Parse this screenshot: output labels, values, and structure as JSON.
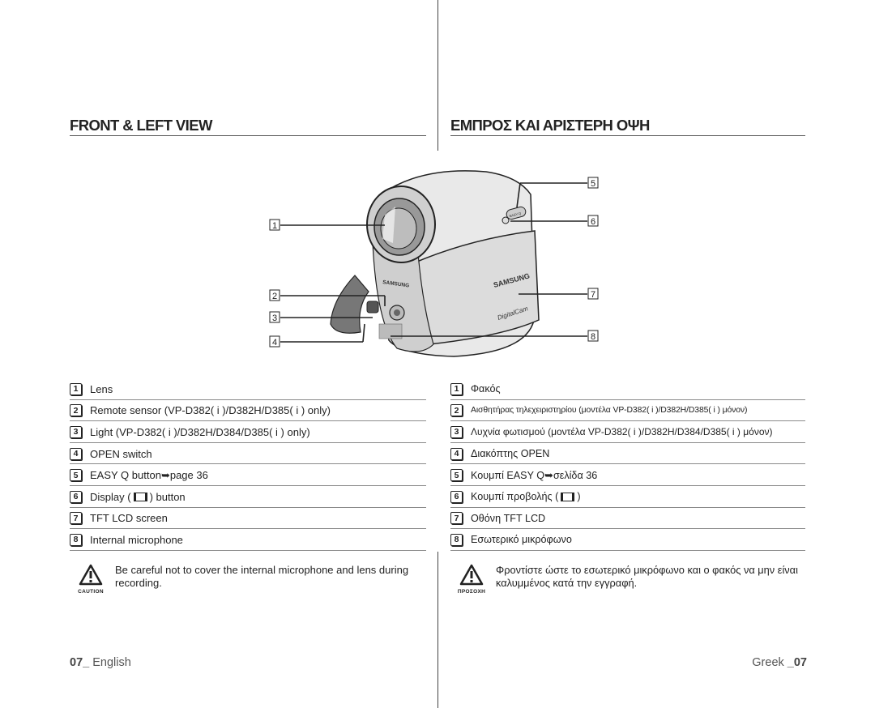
{
  "left": {
    "heading": "FRONT & LEFT VIEW",
    "items": [
      {
        "n": "1",
        "a": "Lens"
      },
      {
        "n": "2",
        "a": "Remote sensor (VP-D382( i )/D382H/D385( i ) only)"
      },
      {
        "n": "3",
        "a": "Light (VP-D382( i )/D382H/D384/D385( i ) only)"
      },
      {
        "n": "4",
        "a": "OPEN switch"
      },
      {
        "n": "5",
        "a": "EASY Q button ",
        "arrow": "➥",
        "b": "page 36"
      },
      {
        "n": "6",
        "a": "Display (",
        "b": ") button"
      },
      {
        "n": "7",
        "a": "TFT LCD screen"
      },
      {
        "n": "8",
        "a": "Internal microphone"
      }
    ],
    "caution_label": "CAUTION",
    "caution_text": "Be careful not to cover the internal microphone and lens during recording.",
    "footer_num": "07_",
    "footer_lang": " English"
  },
  "right": {
    "heading": "ΕΜΠΡΟΣ ΚΑΙ ΑΡΙΣΤΕΡΗ ΟΨΗ",
    "items": [
      {
        "n": "1",
        "a": "Φακός"
      },
      {
        "n": "2",
        "a": "Αισθητήρας τηλεχειριστηρίου (μοντέλα VP-D382( i )/D382H/D385( i ) μόνον)"
      },
      {
        "n": "3",
        "a": "Λυχνία φωτισμού (μοντέλα VP-D382( i )/D382H/D384/D385( i ) μόνον)"
      },
      {
        "n": "4",
        "a": "Διακόπτης OPEN"
      },
      {
        "n": "5",
        "a": "Κουμπί EASY Q ",
        "arrow": "➥",
        "b": "σελίδα 36"
      },
      {
        "n": "6",
        "a": "Κουμπί προβολής (",
        "b": ")"
      },
      {
        "n": "7",
        "a": "Οθόνη TFT LCD"
      },
      {
        "n": "8",
        "a": "Εσωτερικό μικρόφωνο"
      }
    ],
    "caution_label": "ΠΡΟΣΟΧΗ",
    "caution_text": "Φροντίστε ώστε το εσωτερικό μικρόφωνο και ο φακός να μην είναι καλυμμένος κατά την εγγραφή.",
    "footer_lang": "Greek ",
    "footer_num": "_07"
  },
  "figure": {
    "callouts": [
      "1",
      "2",
      "3",
      "4",
      "5",
      "6",
      "7",
      "8"
    ],
    "brand_front": "SAMSUNG",
    "brand_side": "SAMSUNG",
    "model_text": "DigitalCam",
    "button_text": "EASY Q"
  }
}
